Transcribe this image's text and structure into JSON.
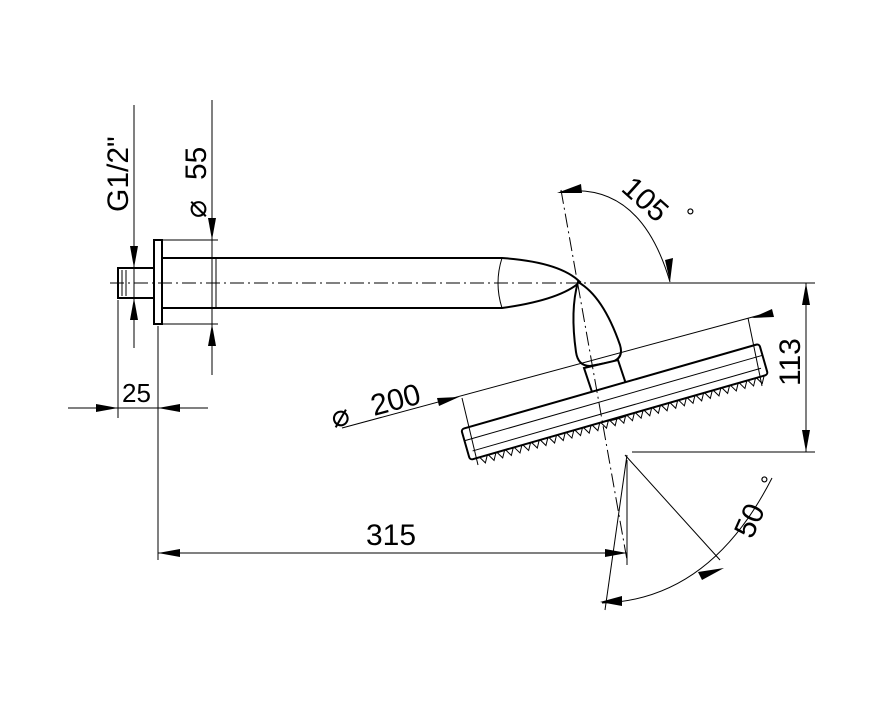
{
  "dimensions": {
    "thread": "G1/2\"",
    "flange_diameter": "55",
    "head_diameter": "200",
    "rear_offset": "25",
    "projection": "315",
    "drop_height": "113",
    "arm_angle": "105",
    "tilt_angle": "50",
    "degree_symbol": "°",
    "diameter_symbol": "⌀"
  }
}
